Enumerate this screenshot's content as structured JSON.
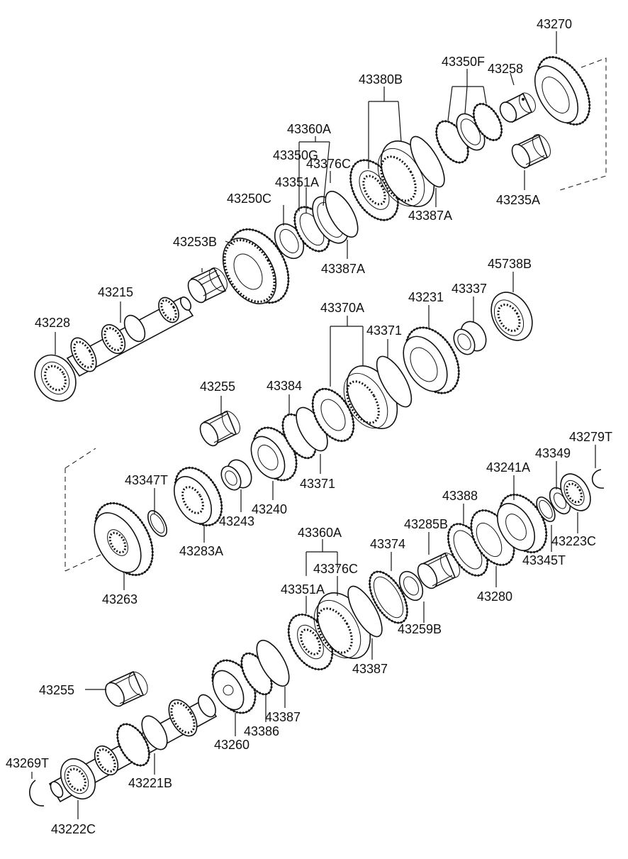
{
  "labels": {
    "l43270": "43270",
    "l43350F": "43350F",
    "l43258": "43258",
    "l43380B": "43380B",
    "l43360A_top": "43360A",
    "l43350G": "43350G",
    "l43376C_top": "43376C",
    "l43351A_top": "43351A",
    "l43250C": "43250C",
    "l43387A_a": "43387A",
    "l43235A": "43235A",
    "l43253B": "43253B",
    "l43387A_b": "43387A",
    "l43215": "43215",
    "l43228": "43228",
    "l43370A": "43370A",
    "l43231": "43231",
    "l43337": "43337",
    "l45738B": "45738B",
    "l43371_a": "43371",
    "l43255_a": "43255",
    "l43384": "43384",
    "l43371_b": "43371",
    "l43279T": "43279T",
    "l43349": "43349",
    "l43241A": "43241A",
    "l43347T": "43347T",
    "l43240": "43240",
    "l43243": "43243",
    "l43388": "43388",
    "l43285B": "43285B",
    "l43223C": "43223C",
    "l43283A": "43283A",
    "l43360A_bot": "43360A",
    "l43345T": "43345T",
    "l43374": "43374",
    "l43376C_bot": "43376C",
    "l43280": "43280",
    "l43351A_bot": "43351A",
    "l43263": "43263",
    "l43259B": "43259B",
    "l43387_a": "43387",
    "l43255_b": "43255",
    "l43387_b": "43387",
    "l43386": "43386",
    "l43260": "43260",
    "l43269T": "43269T",
    "l43221B": "43221B",
    "l43222C": "43222C"
  }
}
